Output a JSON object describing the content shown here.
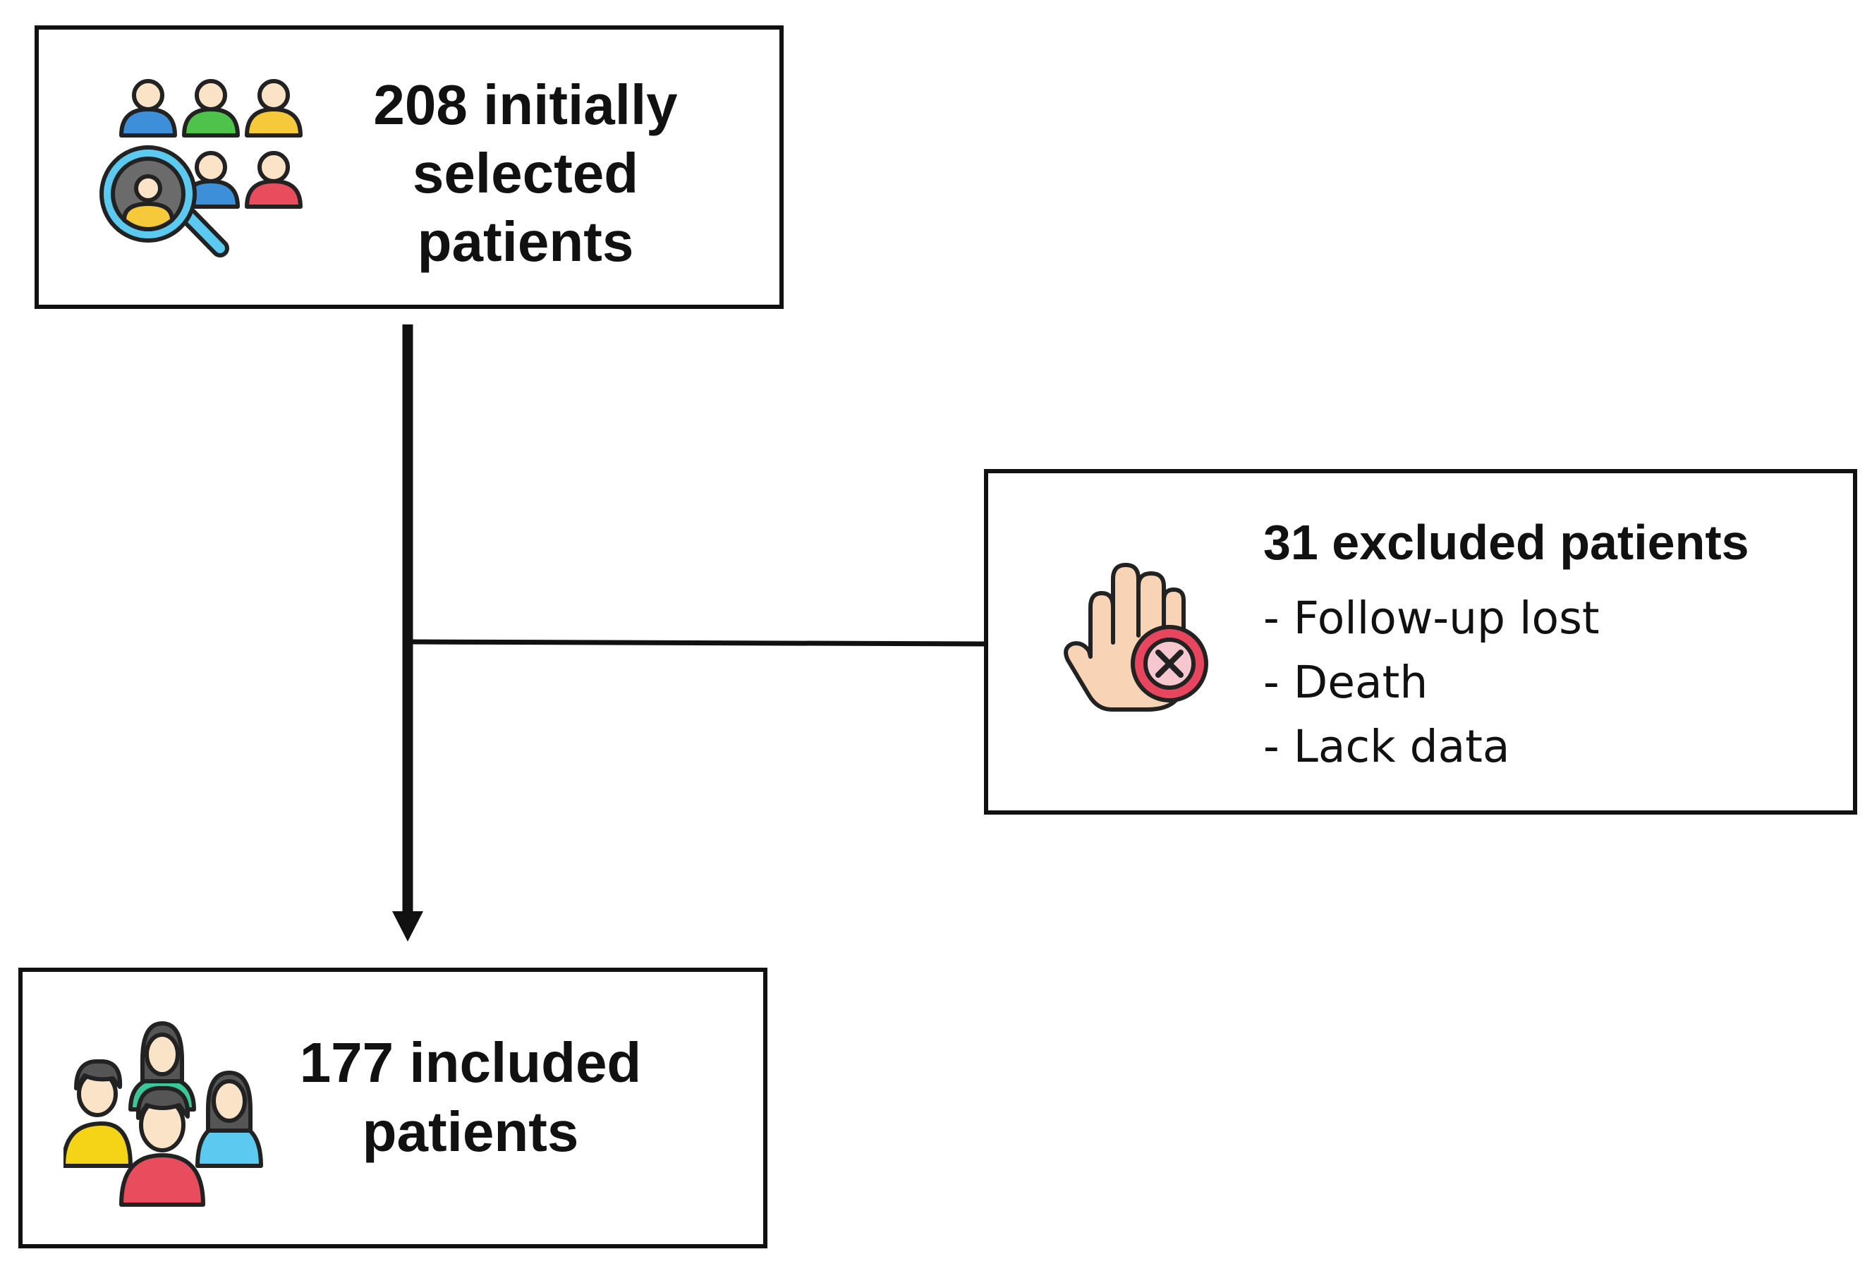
{
  "nodes": {
    "initial": {
      "label": "208 initially selected patients",
      "icon": "patient-search-icon"
    },
    "excluded": {
      "title": "31 excluded patients",
      "reasons": [
        "- Follow-up lost",
        "- Death",
        "- Lack data"
      ],
      "icon": "stop-hand-icon"
    },
    "included": {
      "label": "177 included patients",
      "icon": "patient-group-icon"
    }
  },
  "edges": [
    {
      "from": "initial",
      "to": "included",
      "style": "arrow"
    },
    {
      "from": "initial",
      "to": "excluded",
      "style": "branch-line"
    }
  ],
  "colors": {
    "line": "#111111",
    "blue": "#3d8fd9",
    "green": "#4ec24a",
    "yellow": "#f5c93a",
    "red": "#e84d5e",
    "cyan": "#5bc9f0",
    "skin": "#f9d3b6",
    "cancel": "#e8455f"
  }
}
